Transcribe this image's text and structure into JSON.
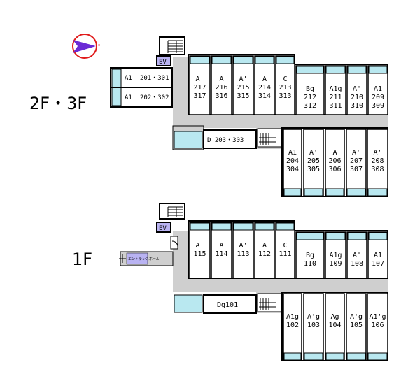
{
  "floor_labels": {
    "upper": "2F・3F",
    "ground": "1F"
  },
  "compass": {
    "mark": "≡",
    "color": "#6b2bd6",
    "ring": "#e01b1b"
  },
  "colors": {
    "balcony": "#b9e8f0",
    "corridor": "#cfcfcf",
    "wall": "#000000",
    "entrance": "#b9b3f2"
  },
  "upper": {
    "ev": "EV",
    "west_units": [
      {
        "type": "A1",
        "nums": "201・301"
      },
      {
        "type": "A1'",
        "nums": "202・302"
      }
    ],
    "north_units": [
      {
        "type": "A'",
        "n1": "217",
        "n2": "317"
      },
      {
        "type": "A",
        "n1": "216",
        "n2": "316"
      },
      {
        "type": "A'",
        "n1": "215",
        "n2": "315"
      },
      {
        "type": "A",
        "n1": "214",
        "n2": "314"
      },
      {
        "type": "C",
        "n1": "213",
        "n2": "313"
      },
      {
        "type": "Bg",
        "n1": "212",
        "n2": "312"
      },
      {
        "type": "A1g",
        "n1": "211",
        "n2": "311"
      },
      {
        "type": "A'",
        "n1": "210",
        "n2": "310"
      },
      {
        "type": "A1",
        "n1": "209",
        "n2": "309"
      }
    ],
    "corridor_unit": "D 203・303",
    "south_units": [
      {
        "type": "A1",
        "n1": "204",
        "n2": "304"
      },
      {
        "type": "A'",
        "n1": "205",
        "n2": "305"
      },
      {
        "type": "A",
        "n1": "206",
        "n2": "306"
      },
      {
        "type": "A'",
        "n1": "207",
        "n2": "307"
      },
      {
        "type": "A'",
        "n1": "208",
        "n2": "308"
      }
    ]
  },
  "ground": {
    "ev": "EV",
    "entrance": "エントランスホール",
    "north_units": [
      {
        "type": "A'",
        "n1": "115"
      },
      {
        "type": "A",
        "n1": "114"
      },
      {
        "type": "A'",
        "n1": "113"
      },
      {
        "type": "A",
        "n1": "112"
      },
      {
        "type": "C",
        "n1": "111"
      },
      {
        "type": "Bg",
        "n1": "110"
      },
      {
        "type": "A1g",
        "n1": "109"
      },
      {
        "type": "A'",
        "n1": "108"
      },
      {
        "type": "A1",
        "n1": "107"
      }
    ],
    "corridor_unit": "Dg101",
    "south_units": [
      {
        "type": "A1g",
        "n1": "102"
      },
      {
        "type": "A'g",
        "n1": "103"
      },
      {
        "type": "Ag",
        "n1": "104"
      },
      {
        "type": "A'g",
        "n1": "105"
      },
      {
        "type": "A1'g",
        "n1": "106"
      }
    ]
  }
}
